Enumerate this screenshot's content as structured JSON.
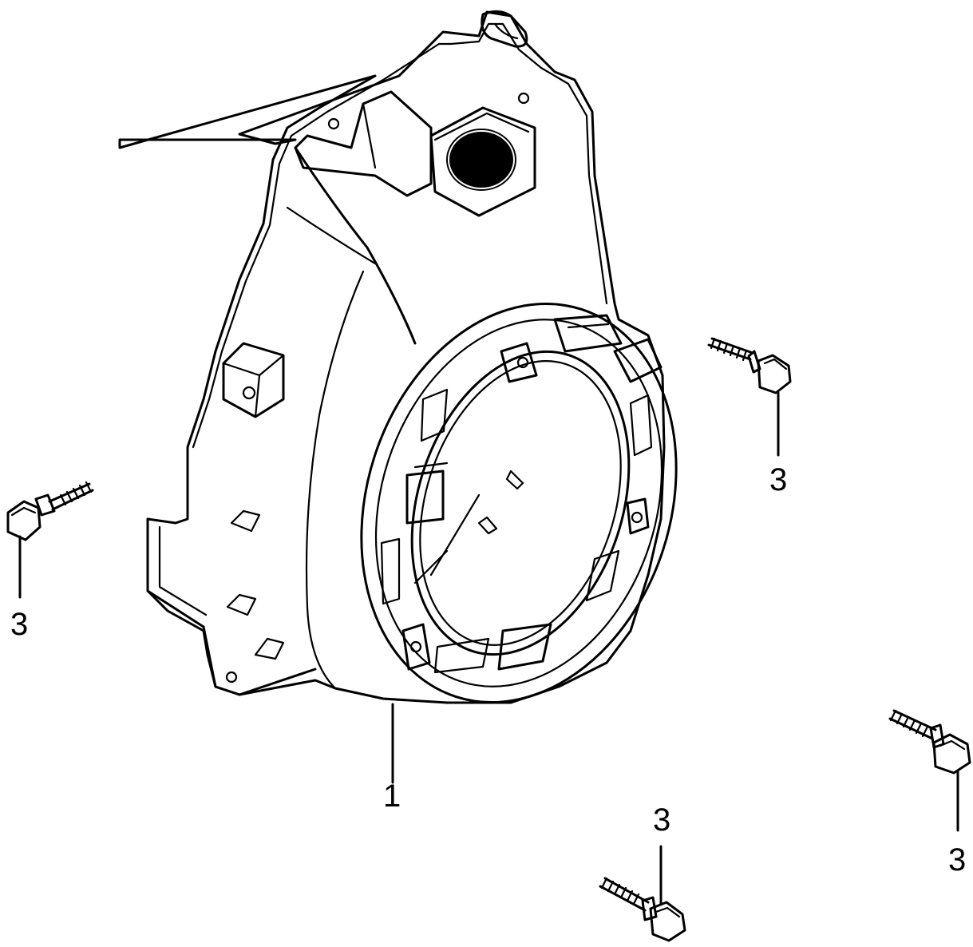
{
  "diagram": {
    "callouts": [
      {
        "id": "fan-cover",
        "label": "1"
      },
      {
        "id": "bolt-upper-right",
        "label": "3"
      },
      {
        "id": "bolt-left",
        "label": "3"
      },
      {
        "id": "bolt-bottom",
        "label": "3"
      },
      {
        "id": "bolt-far-right",
        "label": "3"
      }
    ]
  }
}
